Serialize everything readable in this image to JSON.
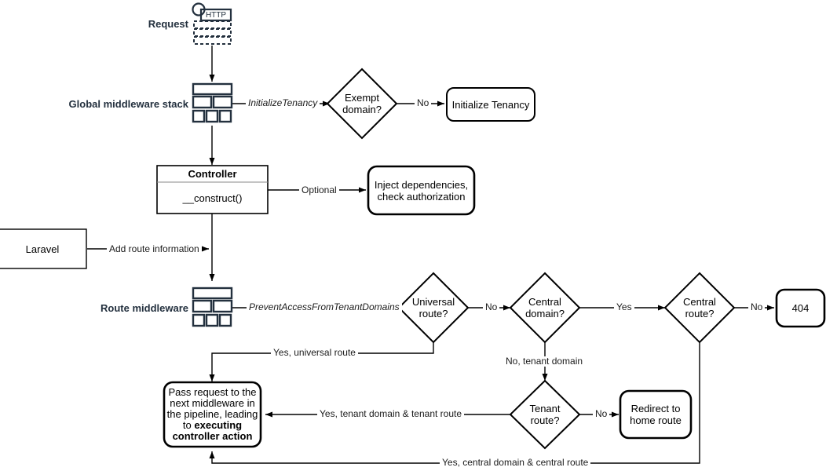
{
  "diagram": {
    "title": "Laravel multi-tenancy request lifecycle flowchart",
    "colors": {
      "stroke": "#000000",
      "icon": "#23303e",
      "label": "#23303e",
      "text": "#000000",
      "background": "#ffffff"
    },
    "swimlane_labels": [
      {
        "id": "request",
        "text": "Request"
      },
      {
        "id": "global-middleware-stack",
        "text": "Global middleware stack"
      },
      {
        "id": "route-middleware",
        "text": "Route middleware"
      }
    ],
    "nodes": [
      {
        "id": "http-request-icon",
        "shape": "icon",
        "icon": "http-request-icon",
        "label": "HTTP"
      },
      {
        "id": "global-middleware-icon",
        "shape": "icon",
        "icon": "middleware-stack-icon",
        "label": ""
      },
      {
        "id": "exempt-domain",
        "shape": "diamond",
        "label": "Exempt\ndomain?",
        "lines": [
          "Exempt",
          "domain?"
        ]
      },
      {
        "id": "initialize-tenancy",
        "shape": "rounded-rect",
        "label": "Initialize Tenancy",
        "lines": [
          "Initialize Tenancy"
        ]
      },
      {
        "id": "controller",
        "shape": "class-box",
        "title": "Controller",
        "method": "__construct()"
      },
      {
        "id": "inject-dependencies",
        "shape": "rounded-rect-thick",
        "lines": [
          "Inject dependencies,",
          "check authorization"
        ]
      },
      {
        "id": "laravel",
        "shape": "rect",
        "lines": [
          "Laravel"
        ]
      },
      {
        "id": "route-middleware-icon",
        "shape": "icon",
        "icon": "middleware-stack-icon",
        "label": ""
      },
      {
        "id": "universal-route",
        "shape": "diamond",
        "lines": [
          "Universal",
          "route?"
        ]
      },
      {
        "id": "central-domain",
        "shape": "diamond",
        "lines": [
          "Central",
          "domain?"
        ]
      },
      {
        "id": "central-route",
        "shape": "diamond",
        "lines": [
          "Central",
          "route?"
        ]
      },
      {
        "id": "not-found",
        "shape": "rounded-rect-thick",
        "lines": [
          "404"
        ]
      },
      {
        "id": "tenant-route",
        "shape": "diamond",
        "lines": [
          "Tenant",
          "route?"
        ]
      },
      {
        "id": "redirect-home",
        "shape": "rounded-rect-thick",
        "lines": [
          "Redirect to",
          "home route"
        ]
      },
      {
        "id": "pass-request",
        "shape": "rounded-rect-thick",
        "lines": [
          "Pass request to the",
          "next middleware in",
          "the pipeline, leading",
          "to "
        ],
        "bold_lines": [
          "executing",
          "controller action"
        ]
      }
    ],
    "edge_labels": [
      {
        "id": "initialize-tenancy-middleware",
        "text": "InitializeTenancy",
        "style": "italic"
      },
      {
        "id": "exempt-domain-no",
        "text": "No",
        "style": "plain"
      },
      {
        "id": "controller-optional",
        "text": "Optional",
        "style": "plain"
      },
      {
        "id": "laravel-add-route-info",
        "text": "Add route information",
        "style": "plain"
      },
      {
        "id": "prevent-access-middleware",
        "text": "PreventAccessFromTenantDomains",
        "style": "italic"
      },
      {
        "id": "universal-route-no",
        "text": "No",
        "style": "plain"
      },
      {
        "id": "central-domain-yes",
        "text": "Yes",
        "style": "plain"
      },
      {
        "id": "central-route-no",
        "text": "No",
        "style": "plain"
      },
      {
        "id": "central-domain-no-tenant",
        "text": "No, tenant domain",
        "style": "plain"
      },
      {
        "id": "universal-route-yes",
        "text": "Yes, universal route",
        "style": "plain"
      },
      {
        "id": "tenant-route-no",
        "text": "No",
        "style": "plain"
      },
      {
        "id": "tenant-route-yes",
        "text": "Yes, tenant domain & tenant route",
        "style": "plain"
      },
      {
        "id": "central-route-yes",
        "text": "Yes, central domain & central route",
        "style": "plain"
      }
    ]
  }
}
